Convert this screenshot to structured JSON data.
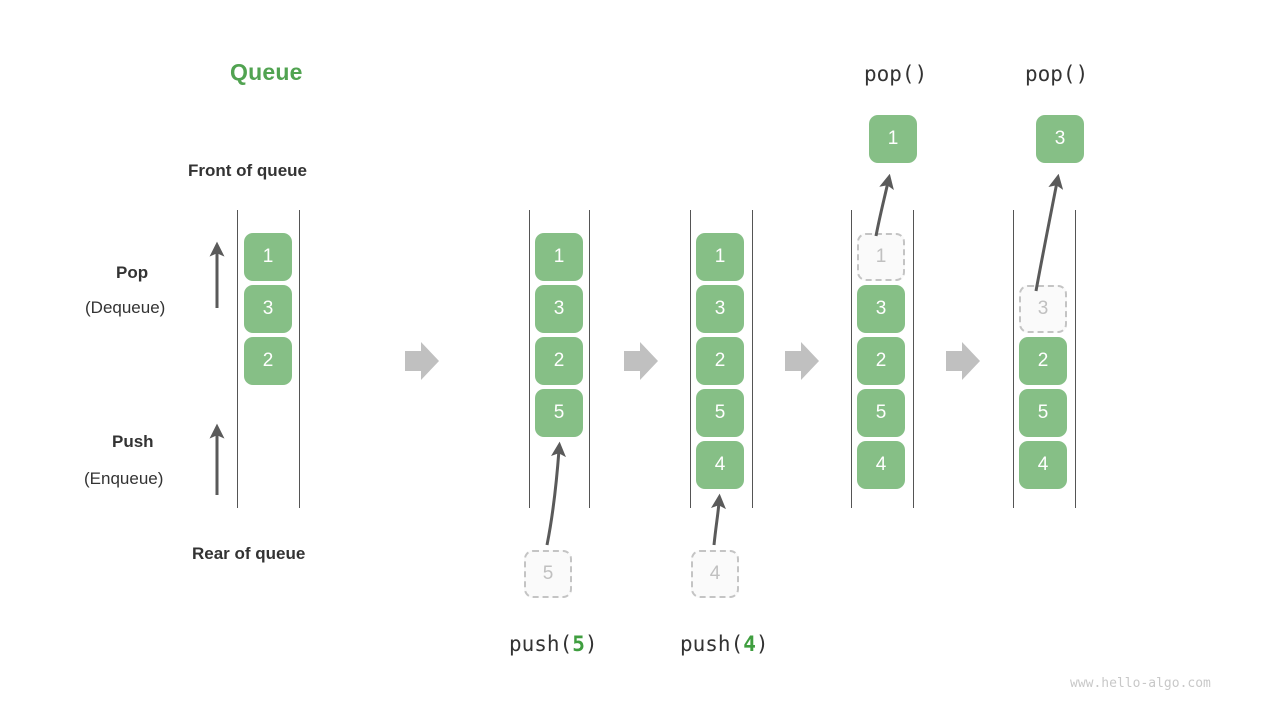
{
  "title": "Queue",
  "labels": {
    "front": "Front of queue",
    "rear": "Rear of queue",
    "pop_bold": "Pop",
    "pop_paren": "(Dequeue)",
    "push_bold": "Push",
    "push_paren": "(Enqueue)"
  },
  "watermark": "www.hello-algo.com",
  "colors": {
    "cell_green": "#86bf86",
    "title_green": "#51a351",
    "arg_green": "#3f9e3f",
    "ghost_fill": "#fafafa",
    "ghost_border": "#c4c4c4",
    "rail": "#555555",
    "block_arrow": "#c0c0c0",
    "thin_arrow": "#5a5a5a",
    "text": "#333333",
    "watermark": "#c8c8c8"
  },
  "stages": [
    {
      "id": "initial",
      "caption": "",
      "cells": [
        "1",
        "3",
        "2"
      ],
      "ghost_index": -1
    },
    {
      "id": "push-5",
      "caption_prefix": "push(",
      "caption_arg": "5",
      "caption_suffix": ")",
      "cells": [
        "1",
        "3",
        "2",
        "5"
      ],
      "incoming_value": "5"
    },
    {
      "id": "push-4",
      "caption_prefix": "push(",
      "caption_arg": "4",
      "caption_suffix": ")",
      "cells": [
        "1",
        "3",
        "2",
        "5",
        "4"
      ],
      "incoming_value": "4"
    },
    {
      "id": "pop-1",
      "caption": "pop()",
      "cells": [
        "1",
        "3",
        "2",
        "5",
        "4"
      ],
      "ghost_index": 0,
      "popped_value": "1"
    },
    {
      "id": "pop-3",
      "caption": "pop()",
      "cells": [
        "3",
        "2",
        "5",
        "4"
      ],
      "ghost_index": 0,
      "popped_value": "3",
      "slot_offset": 1
    }
  ],
  "flow_arrows": 4
}
